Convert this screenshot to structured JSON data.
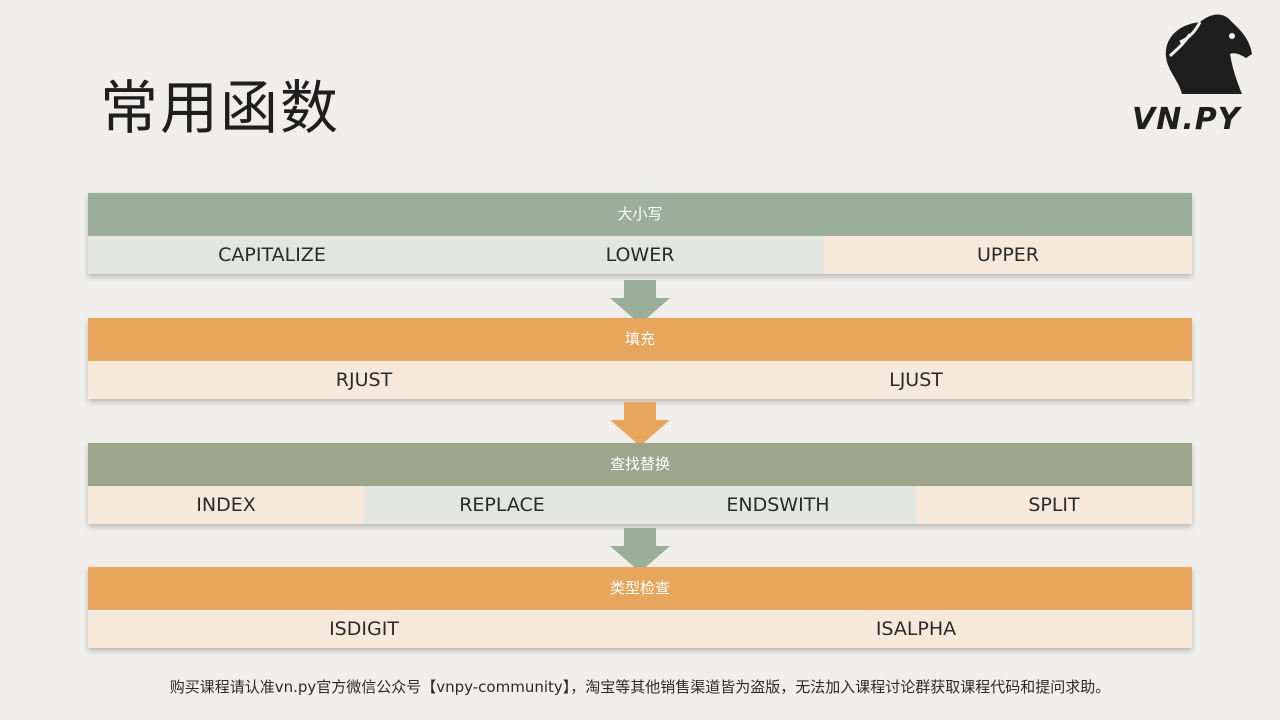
{
  "title": "常用函数",
  "logo_text": "VN.PY",
  "colors": {
    "green": "#9aae9a",
    "orange": "#e8a55c",
    "olive": "#9da58c"
  },
  "blocks": [
    {
      "header": "大小写",
      "cells": [
        "CAPITALIZE",
        "LOWER",
        "UPPER"
      ]
    },
    {
      "header": "填充",
      "cells": [
        "RJUST",
        "LJUST"
      ]
    },
    {
      "header": "查找替换",
      "cells": [
        "INDEX",
        "REPLACE",
        "ENDSWITH",
        "SPLIT"
      ]
    },
    {
      "header": "类型检查",
      "cells": [
        "ISDIGIT",
        "ISALPHA"
      ]
    }
  ],
  "footer": "购买课程请认准vn.py官方微信公众号【vnpy-community】，淘宝等其他销售渠道皆为盗版，无法加入课程讨论群获取课程代码和提问求助。"
}
